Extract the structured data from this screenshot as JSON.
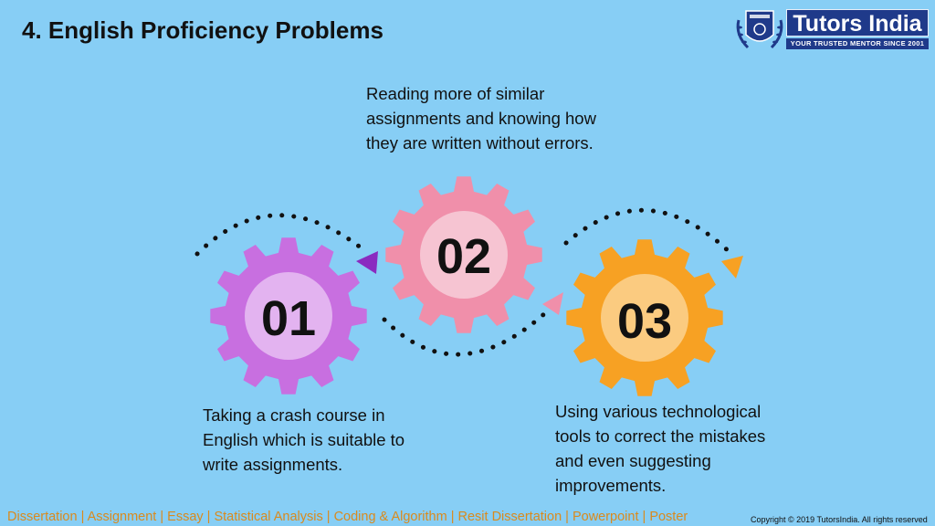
{
  "slide": {
    "title": "4. English Proficiency Problems"
  },
  "logo": {
    "name": "Tutors India",
    "tagline": "YOUR TRUSTED MENTOR SINCE 2001",
    "crest_icon": "laurel-crest-icon"
  },
  "steps": [
    {
      "number": "01",
      "text": "Taking a crash course in English which is suitable to write assignments.",
      "color": "#C86FE0",
      "inner": "#E3B3F0"
    },
    {
      "number": "02",
      "text": "Reading more of similar assignments and knowing how they are written without errors.",
      "color": "#F08FAA",
      "inner": "#F6C4D2"
    },
    {
      "number": "03",
      "text": "Using various technological tools to correct the mistakes and even suggesting improvements.",
      "color": "#F7A123",
      "inner": "#FBCB80"
    }
  ],
  "arrows": [
    {
      "name": "arrow-01-to-02",
      "color": "#8A2BC0"
    },
    {
      "name": "arrow-01-to-03",
      "color": "#F08FAA"
    },
    {
      "name": "arrow-02-to-03",
      "color": "#F7A123"
    }
  ],
  "footer": {
    "links": "Dissertation | Assignment | Essay | Statistical Analysis | Coding & Algorithm  | Resit Dissertation | Powerpoint | Poster",
    "copyright": "Copyright © 2019 TutorsIndia. All rights reserved"
  },
  "colors": {
    "background": "#87CEF5",
    "brand": "#1f3a8a",
    "footer_text": "#d98a1e"
  }
}
